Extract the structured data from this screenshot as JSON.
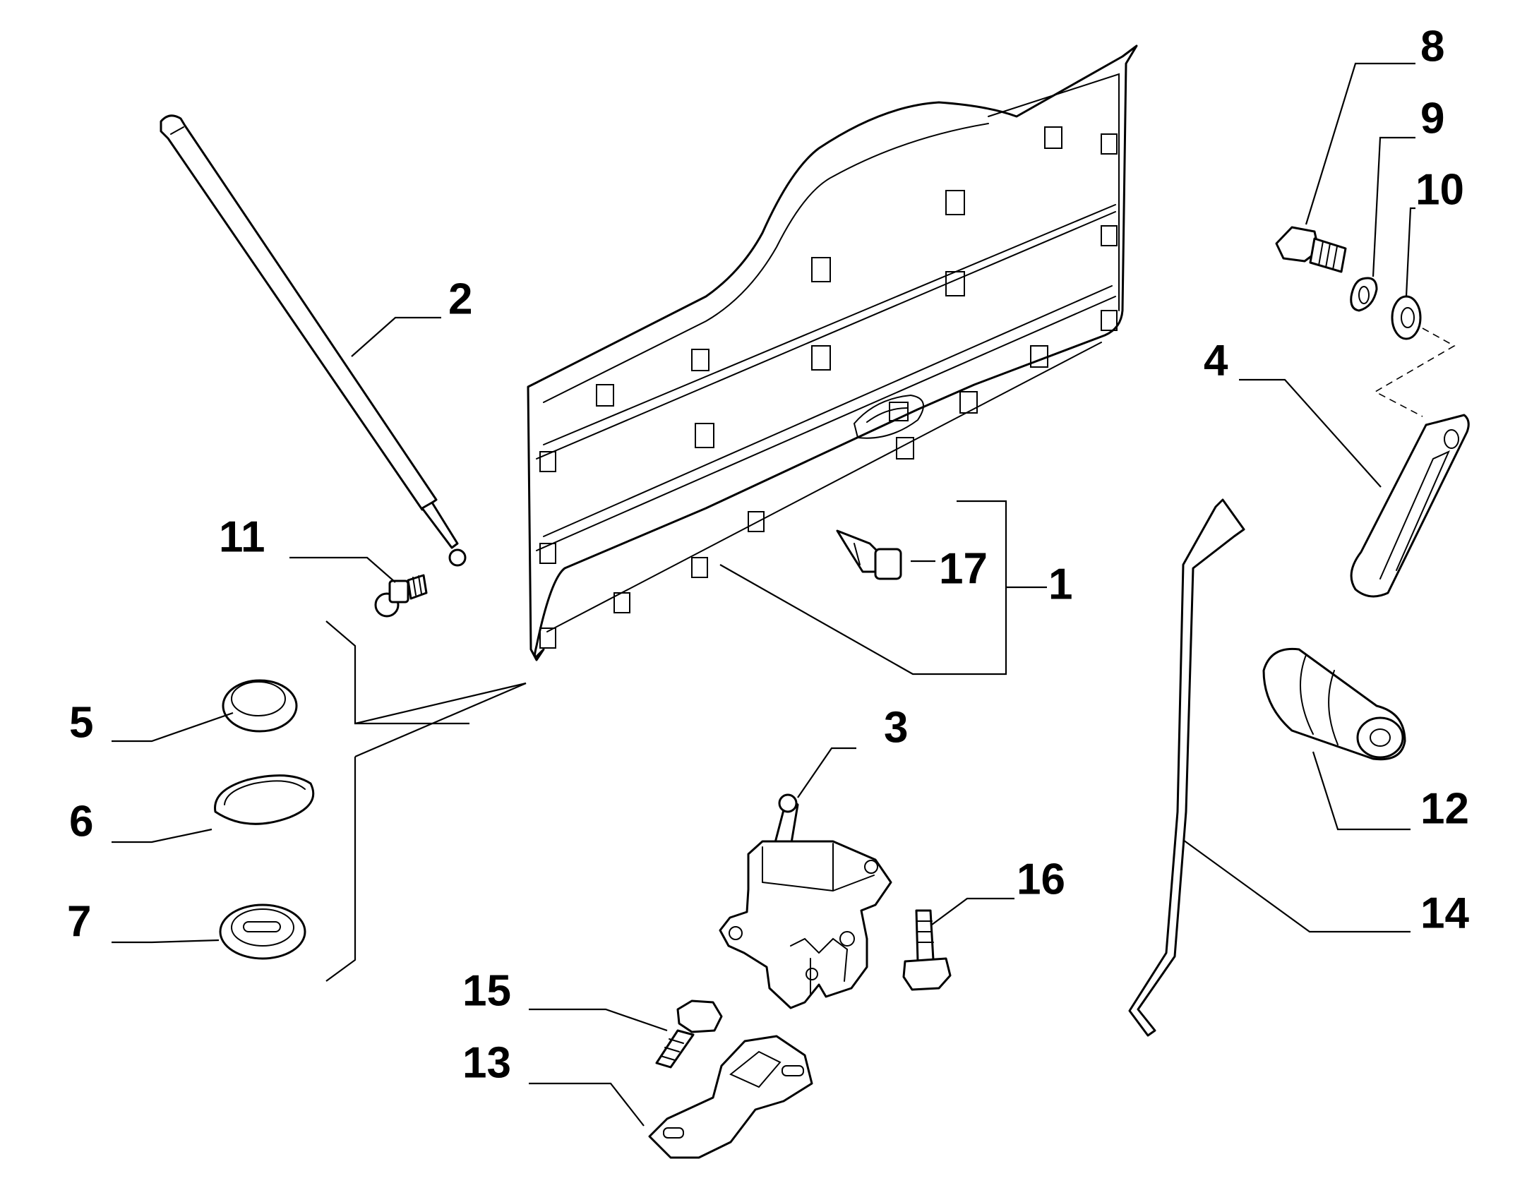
{
  "callouts": {
    "p1": "1",
    "p2": "2",
    "p3": "3",
    "p4": "4",
    "p5": "5",
    "p6": "6",
    "p7": "7",
    "p8": "8",
    "p9": "9",
    "p10": "10",
    "p11": "11",
    "p12": "12",
    "p13": "13",
    "p14": "14",
    "p15": "15",
    "p16": "16",
    "p17": "17"
  }
}
